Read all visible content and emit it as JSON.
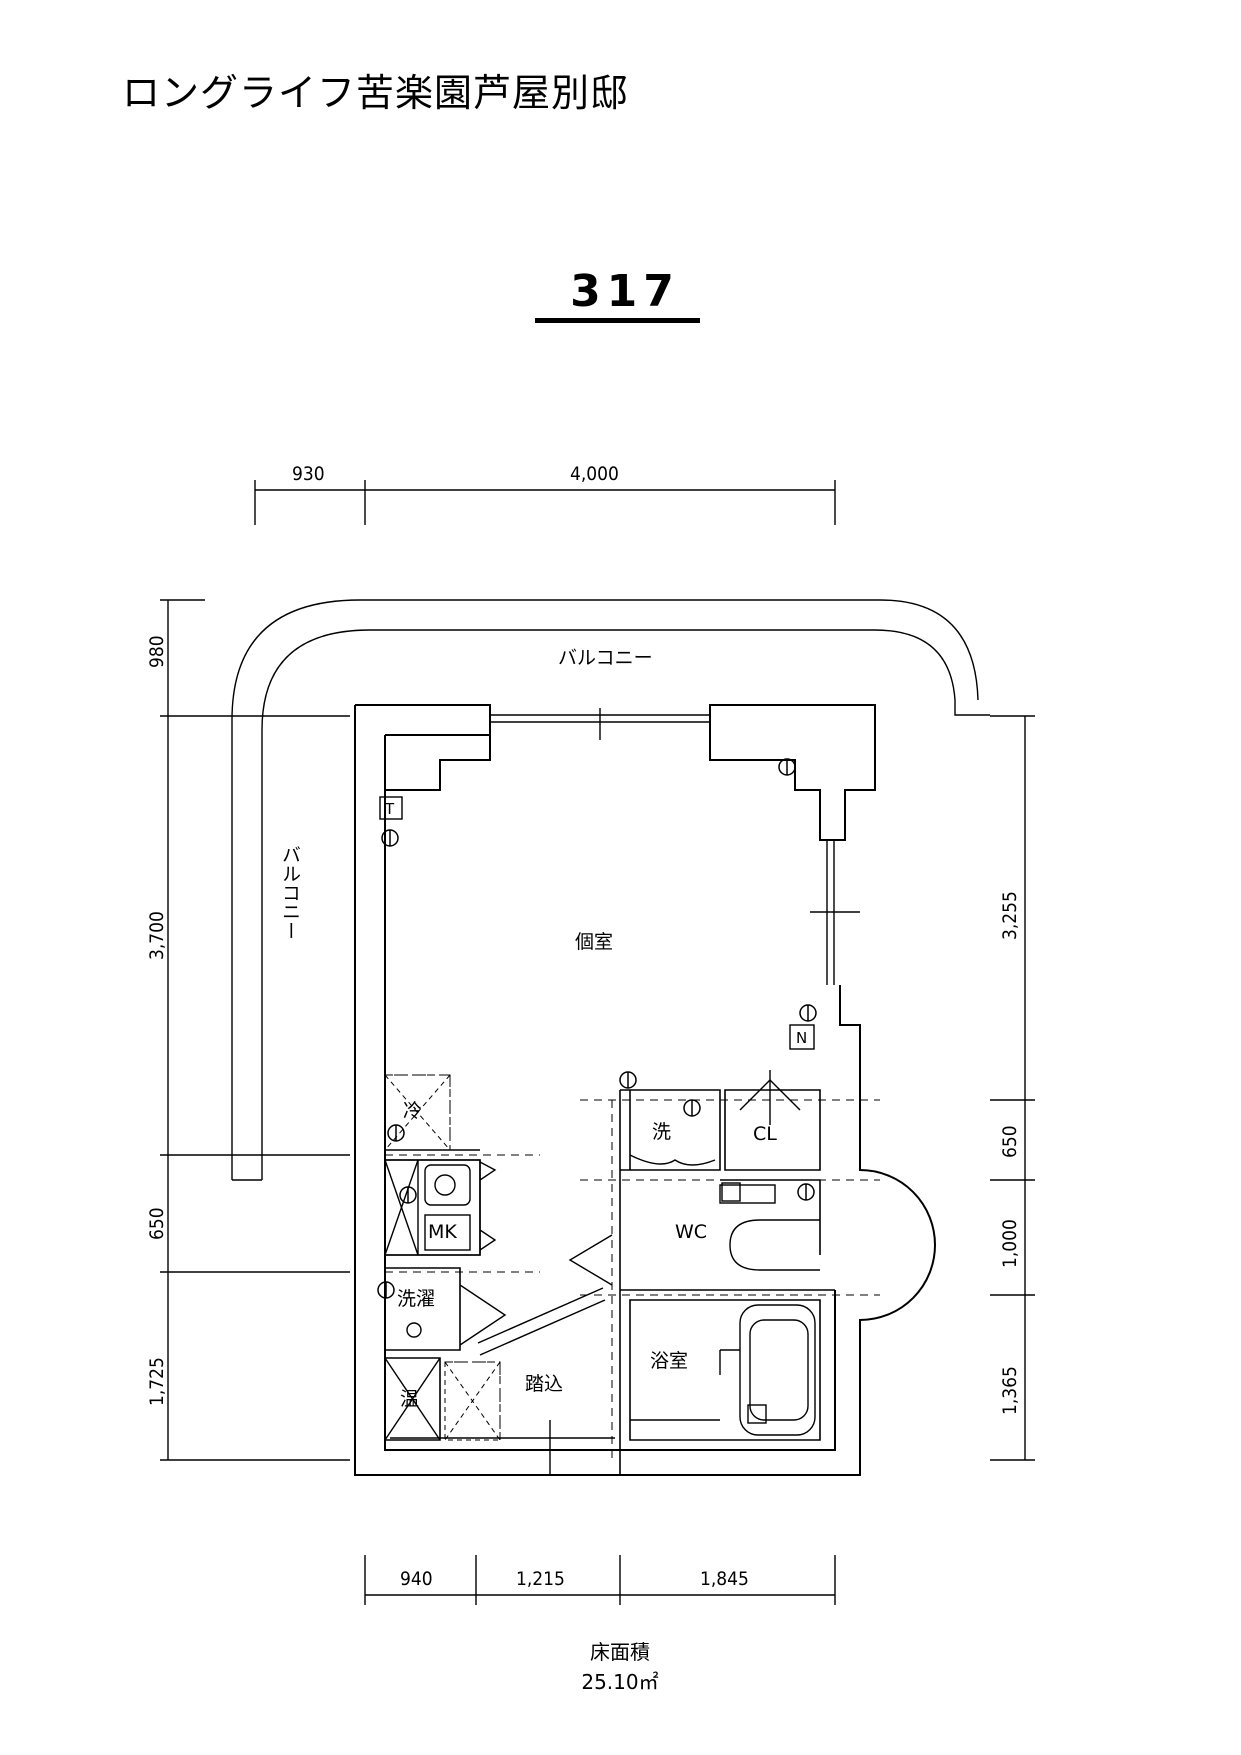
{
  "title": "ロングライフ苦楽園芦屋別邸",
  "unit": "317",
  "rooms": {
    "balcony_top": "バルコニー",
    "balcony_left": "バルコニー",
    "private_room": "個室",
    "fridge": "冷",
    "washbasin": "洗",
    "closet": "CL",
    "wc": "WC",
    "mini_kitchen": "MK",
    "washing": "洗濯",
    "water_heater": "温",
    "entrance": "踏込",
    "bathroom": "浴室",
    "tv_outlet": "T",
    "north_mark": "N"
  },
  "dimensions": {
    "top": [
      "930",
      "4,000"
    ],
    "bottom": [
      "940",
      "1,215",
      "1,845"
    ],
    "left": [
      "980",
      "3,700",
      "650",
      "1,725"
    ],
    "right": [
      "3,255",
      "650",
      "1,000",
      "1,365"
    ]
  },
  "floor_area": {
    "label": "床面積",
    "value": "25.10㎡"
  }
}
